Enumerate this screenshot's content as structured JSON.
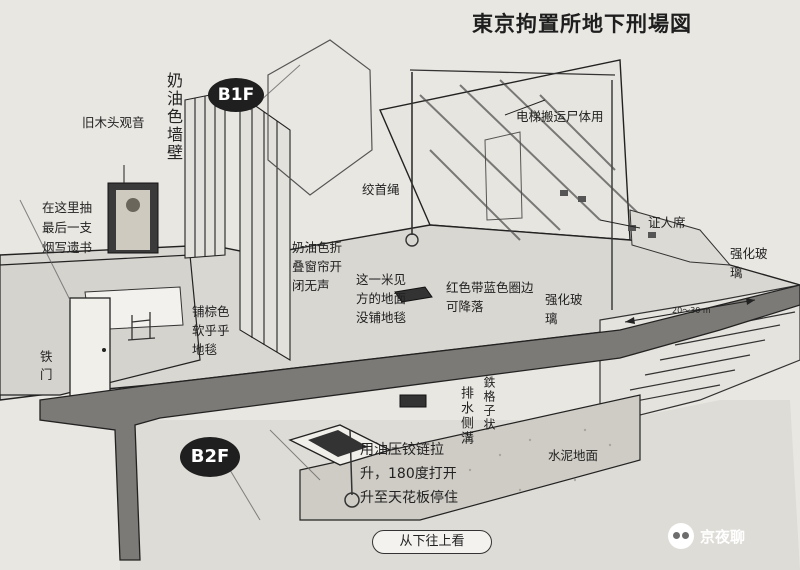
{
  "title": "東京拘置所地下刑場図",
  "floors": {
    "b1": "B1F",
    "b2": "B2F"
  },
  "labels": {
    "wall": "奶油色墙壁",
    "buddha": "旧木头观音",
    "cigarette": "在这里抽最后一支烟写遗书",
    "curtain": "奶油色折叠窗帘开闭无声",
    "elevator": "电梯搬运尸体用",
    "noose": "绞首绳",
    "witness": "证人席",
    "glass_right": "强化玻璃",
    "glass_center": "强化玻璃",
    "trapdoor_note": "这一米见方的地面没铺地毯",
    "red_edge": "红色带蓝色圈边可降落",
    "carpet": "铺棕色软乎乎地毯",
    "iron_door": "铁门",
    "drain": "排水侧溝",
    "grate": "鉄格子状",
    "concrete": "水泥地面",
    "distance": "20～30 m",
    "hydraulic": "用油压铰链拉升，180度打开升至天花板停住",
    "viewing": "从下往上看"
  },
  "watermark": "京夜聊",
  "colors": {
    "badge": "#1f1f1f",
    "ink": "#222222",
    "paper": "#e9e7e2"
  }
}
